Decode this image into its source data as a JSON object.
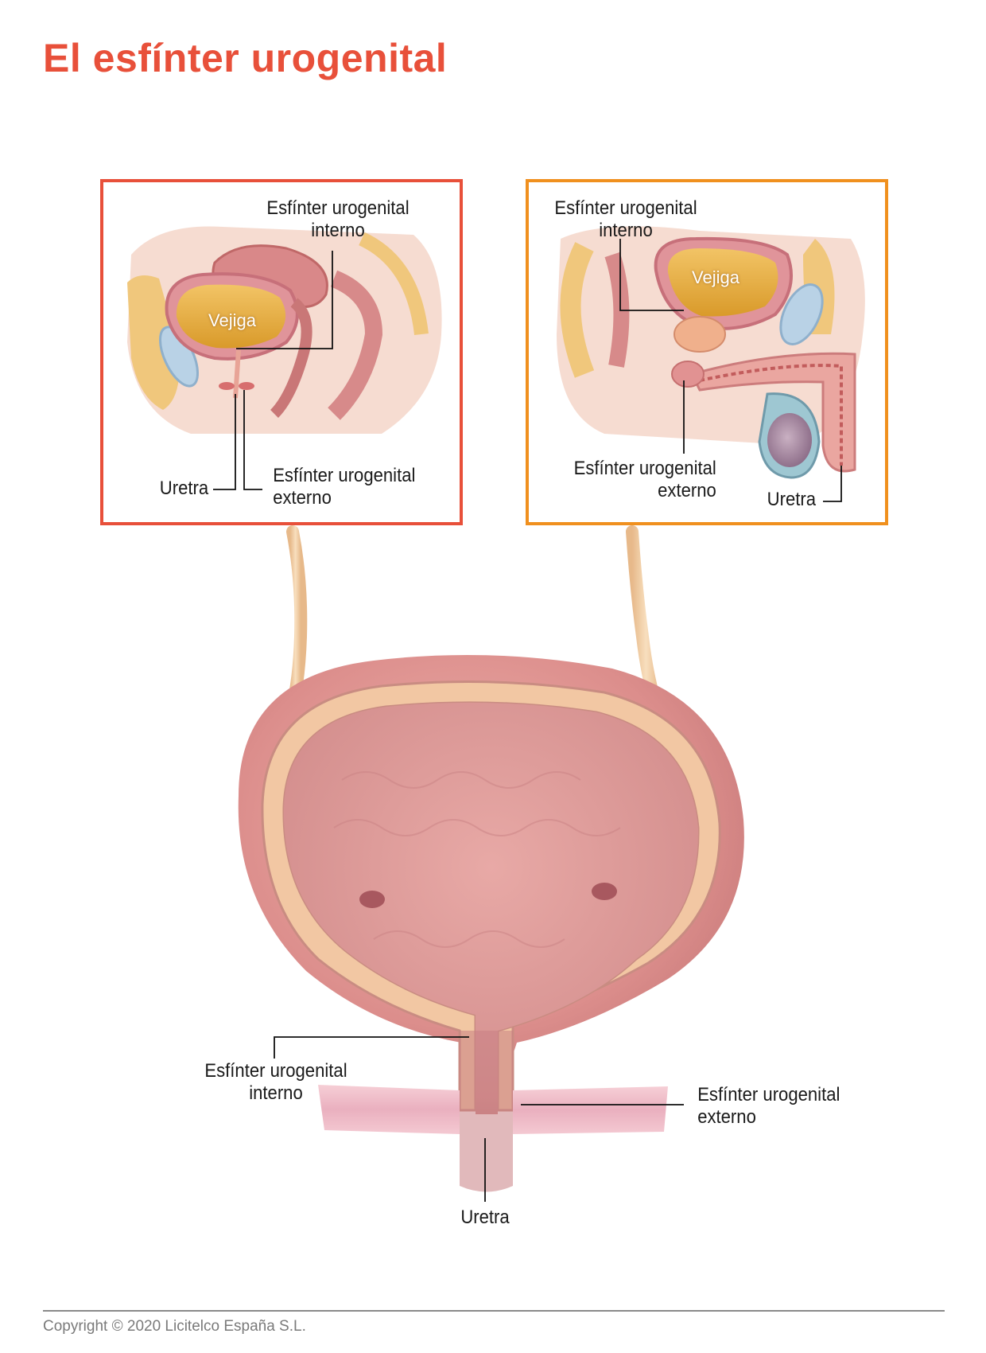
{
  "title": "El esfínter urogenital",
  "female_panel": {
    "border_color": "#e8503a",
    "organ_label": "Vejiga",
    "label_internal": {
      "line1": "Esfínter urogenital",
      "line2": "interno"
    },
    "label_external": {
      "line1": "Esfínter urogenital",
      "line2": "externo"
    },
    "label_urethra": "Uretra"
  },
  "male_panel": {
    "border_color": "#f0901e",
    "organ_label": "Vejiga",
    "label_internal": {
      "line1": "Esfínter urogenital",
      "line2": "interno"
    },
    "label_external": {
      "line1": "Esfínter urogenital",
      "line2": "externo"
    },
    "label_urethra": "Uretra"
  },
  "bladder_detail": {
    "label_internal": {
      "line1": "Esfínter urogenital",
      "line2": "interno"
    },
    "label_external": {
      "line1": "Esfínter urogenital",
      "line2": "externo"
    },
    "label_urethra": "Uretra"
  },
  "copyright": "Copyright © 2020 Licitelco España S.L.",
  "colors": {
    "title": "#e8503a",
    "tissue_pink": "#e6a2a0",
    "tissue_light": "#f3c8b8",
    "fat_yellow": "#f5d58a",
    "urine": "#e7b043",
    "tube": "#f1cfa6"
  }
}
